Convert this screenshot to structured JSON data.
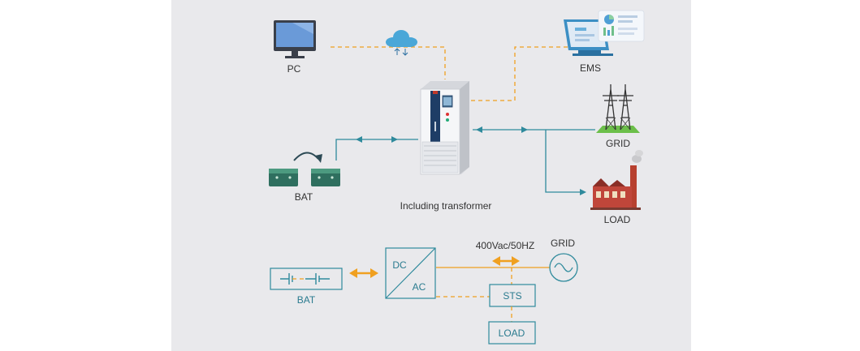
{
  "labels": {
    "pc": "PC",
    "ems": "EMS",
    "grid_top": "GRID",
    "bat_top": "BAT",
    "load_top": "LOAD",
    "transformer": "Including transformer",
    "dc": "DC",
    "ac": "AC",
    "voltage": "400Vac/50HZ",
    "grid_bottom": "GRID",
    "bat_bottom": "BAT",
    "sts": "STS",
    "load_bottom": "LOAD"
  },
  "colors": {
    "panel_bg": "#e9e9ec",
    "line_teal": "#2f8a9c",
    "line_orange": "#f0a020",
    "text_teal": "#2a7b8f"
  }
}
